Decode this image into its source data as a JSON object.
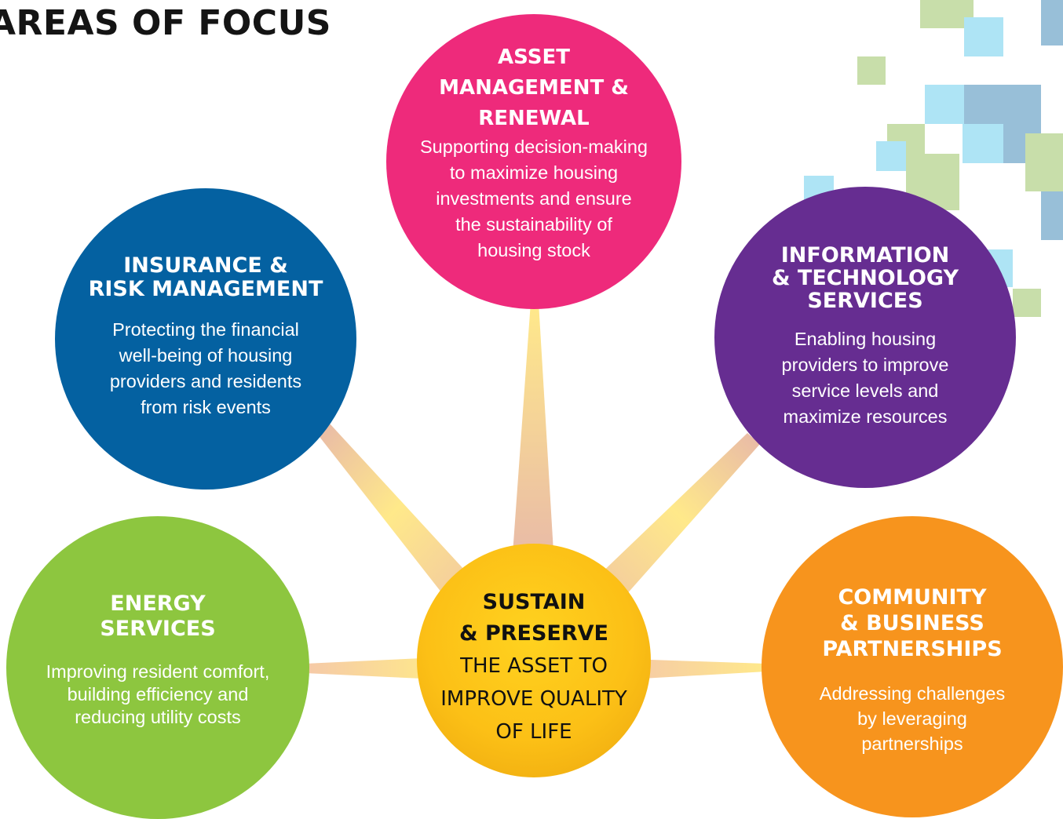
{
  "title": "AREAS OF FOCUS",
  "center": {
    "heading": "SUSTAIN\n& PRESERVE",
    "body": "THE ASSET TO\nIMPROVE QUALITY\nOF LIFE"
  },
  "areas": [
    {
      "title": "ASSET\nMANAGEMENT &\nRENEWAL",
      "description": "Supporting decision-making\nto maximize housing\ninvestments and ensure\nthe sustainability of\nhousing stock",
      "color": "#ee2a7b"
    },
    {
      "title": "INSURANCE &\nRISK MANAGEMENT",
      "description": "Protecting the financial\nwell-being of housing\nproviders and residents\nfrom risk events",
      "color": "#0461a1"
    },
    {
      "title": "INFORMATION\n& TECHNOLOGY\nSERVICES",
      "description": "Enabling housing\nproviders to improve\nservice levels and\nmaximize resources",
      "color": "#662d91"
    },
    {
      "title": "ENERGY\nSERVICES",
      "description": "Improving resident comfort,\nbuilding efficiency and\nreducing utility costs",
      "color": "#8dc63f"
    },
    {
      "title": "COMMUNITY\n& BUSINESS\nPARTNERSHIPS",
      "description": "Addressing challenges\nby leveraging\npartnerships",
      "color": "#f7941d"
    }
  ],
  "colors": {
    "center": "#fcc016",
    "connector_light": "#ffe98a",
    "connector_dark": "#e8b9a8",
    "deco_green": "#c8deaa",
    "deco_cyan": "#aee4f5",
    "deco_blue": "#98bfd8"
  }
}
